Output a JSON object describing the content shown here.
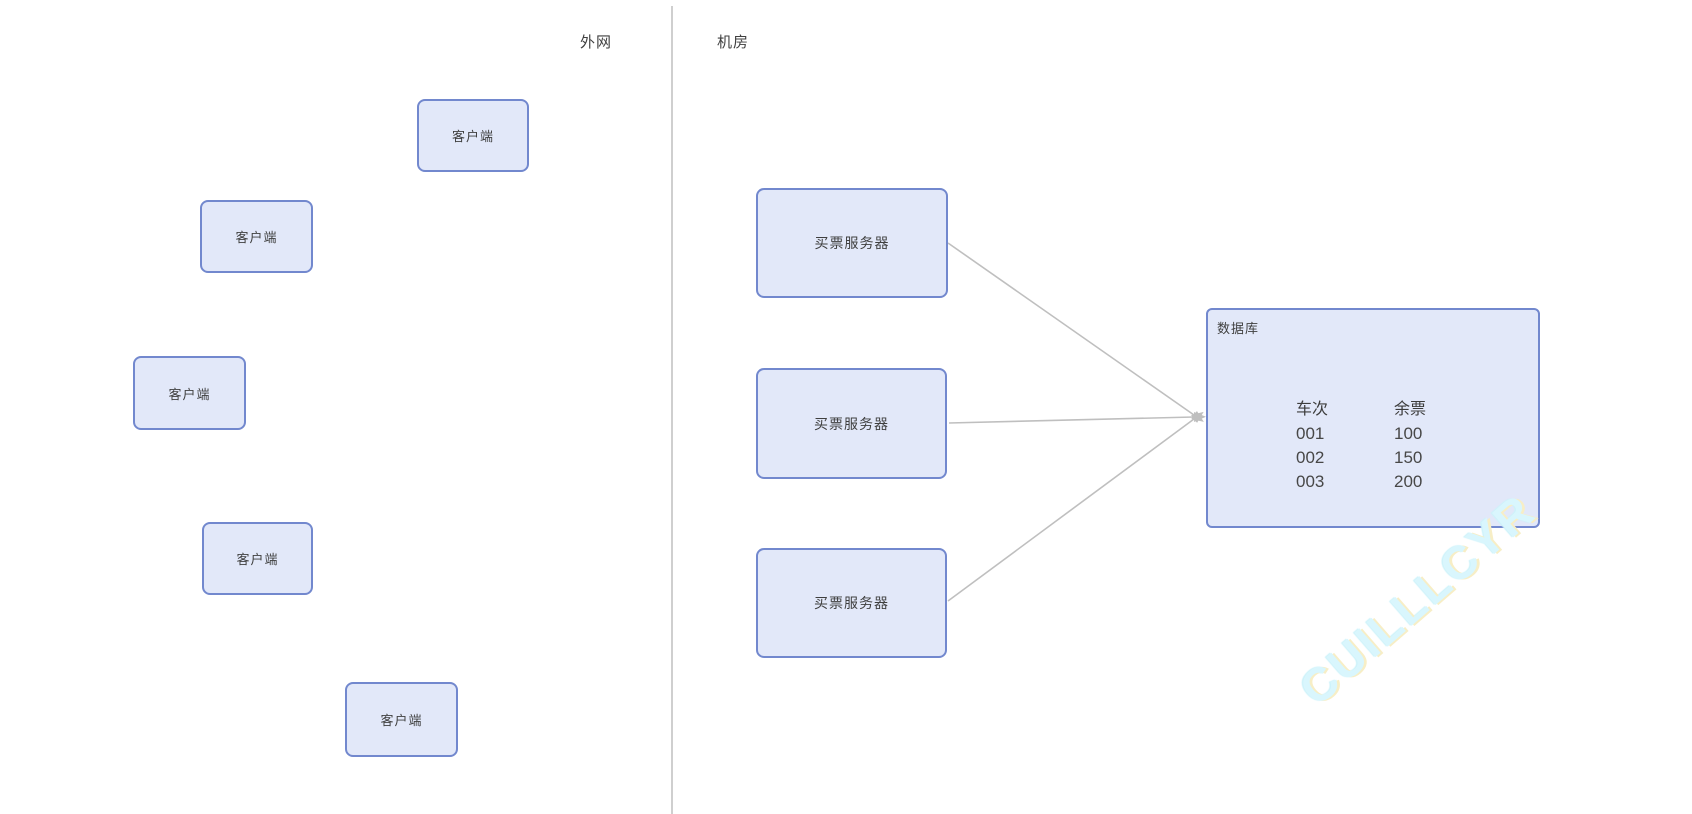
{
  "colors": {
    "node_fill": "#e2e8f9",
    "node_border": "#7288ce",
    "line_color": "#bfbfbf",
    "divider_color": "#cfcfcf",
    "text_color": "#3f3f3f",
    "watermark_color": "#d9f6fd",
    "bg": "#ffffff"
  },
  "zones": {
    "left": "外网",
    "right": "机房"
  },
  "clients": [
    {
      "label": "客户端"
    },
    {
      "label": "客户端"
    },
    {
      "label": "客户端"
    },
    {
      "label": "客户端"
    },
    {
      "label": "客户端"
    }
  ],
  "servers": [
    {
      "label": "买票服务器"
    },
    {
      "label": "买票服务器"
    },
    {
      "label": "买票服务器"
    }
  ],
  "database": {
    "title": "数据库",
    "table": {
      "headers": [
        "车次",
        "余票"
      ],
      "rows": [
        [
          "001",
          "100"
        ],
        [
          "002",
          "150"
        ],
        [
          "003",
          "200"
        ]
      ]
    }
  },
  "watermark": {
    "text": "CUILLLCYR"
  }
}
